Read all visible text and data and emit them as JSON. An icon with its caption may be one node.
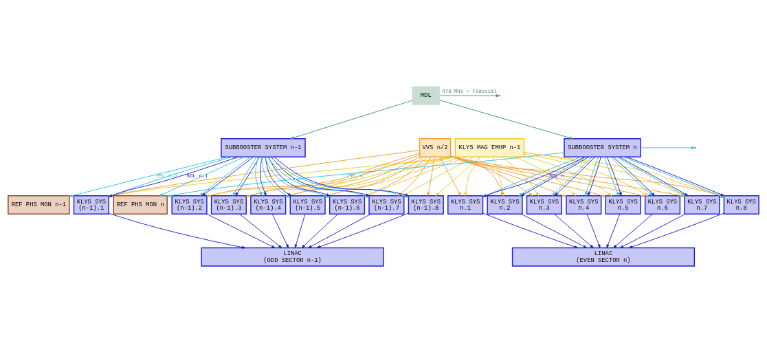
{
  "diagram": {
    "nodes": [
      {
        "text": [
          "MDL"
        ]
      },
      {
        "text": [
          "KLYS MAG EMHP n-1"
        ]
      },
      {
        "text": [
          "VVS n/2"
        ]
      },
      {
        "text": [
          "SUBBOOSTER SYSTEM n-1"
        ]
      },
      {
        "text": [
          "SUBBOOSTER SYSTEM n"
        ]
      },
      {
        "text": [
          "REF PHS MON n-1"
        ]
      },
      {
        "text": [
          "REF PHS MON n"
        ]
      },
      {
        "text": [
          "KLYS SYS",
          "(n-1).1"
        ]
      },
      {
        "text": [
          "KLYS SYS",
          "(n-1).2"
        ]
      },
      {
        "text": [
          "KLYS SYS",
          "(n-1).3"
        ]
      },
      {
        "text": [
          "KLYS SYS",
          "(n-1).4"
        ]
      },
      {
        "text": [
          "KLYS SYS",
          "(n-1).5"
        ]
      },
      {
        "text": [
          "KLYS SYS",
          "(n-1).6"
        ]
      },
      {
        "text": [
          "KLYS SYS",
          "(n-1).7"
        ]
      },
      {
        "text": [
          "KLYS SYS",
          "(n-1).8"
        ]
      },
      {
        "text": [
          "KLYS SYS",
          "n.1"
        ]
      },
      {
        "text": [
          "KLYS SYS",
          "n.2"
        ]
      },
      {
        "text": [
          "KLYS SYS",
          "n.3"
        ]
      },
      {
        "text": [
          "KLYS SYS",
          "n.4"
        ]
      },
      {
        "text": [
          "KLYS SYS",
          "n.5"
        ]
      },
      {
        "text": [
          "KLYS SYS",
          "n.6"
        ]
      },
      {
        "text": [
          "KLYS SYS",
          "n.7"
        ]
      },
      {
        "text": [
          "KLYS SYS",
          "n.8"
        ]
      },
      {
        "text": [
          "LINAC",
          "(ODD SECTOR n-1)"
        ]
      },
      {
        "text": [
          "LINAC",
          "(EVEN SECTOR n)"
        ]
      }
    ],
    "edges": [
      {
        "from": 0,
        "to": 3,
        "arrow": "to",
        "color": "#3a9a6a"
      },
      {
        "from": 0,
        "to": 4,
        "arrow": "to",
        "color": "#3a9a6a"
      },
      {
        "from": 0,
        "to": null,
        "arrow": "to",
        "label": "476 MHz + Fiducial",
        "color": "#3a9a6a"
      },
      {
        "from": 3,
        "to": 5,
        "arrow": "to",
        "label": "PRL n-1",
        "color": "#30c0e0"
      },
      {
        "from": 3,
        "to": 6,
        "arrow": "to",
        "color": "#30c0e0"
      },
      {
        "from": 3,
        "to": 7,
        "arrow": "to",
        "color": "#30c0e0"
      },
      {
        "from": 3,
        "to": 8,
        "arrow": "to",
        "color": "#30c0e0"
      },
      {
        "from": 3,
        "to": 9,
        "arrow": "to",
        "color": "#30c0e0"
      },
      {
        "from": 3,
        "to": 10,
        "arrow": "to",
        "color": "#30c0e0"
      },
      {
        "from": 3,
        "to": 11,
        "arrow": "to",
        "color": "#30c0e0"
      },
      {
        "from": 3,
        "to": 12,
        "arrow": "to",
        "color": "#30c0e0"
      },
      {
        "from": 3,
        "to": 13,
        "arrow": "to",
        "color": "#30c0e0"
      },
      {
        "from": 3,
        "to": 14,
        "arrow": "to",
        "color": "#30c0e0"
      },
      {
        "from": 3,
        "to": 7,
        "arrow": "to",
        "label": "SDL n-1"
      },
      {
        "from": 3,
        "to": 8,
        "arrow": "to"
      },
      {
        "from": 3,
        "to": 9,
        "arrow": "to"
      },
      {
        "from": 3,
        "to": 10,
        "arrow": "to"
      },
      {
        "from": 3,
        "to": 11,
        "arrow": "to"
      },
      {
        "from": 3,
        "to": 12,
        "arrow": "to"
      },
      {
        "from": 3,
        "to": 13,
        "arrow": "to"
      },
      {
        "from": 3,
        "to": 14,
        "arrow": "to"
      },
      {
        "from": 4,
        "to": 6,
        "arrow": "to",
        "label": "PRL n",
        "color": "#30c0e0"
      },
      {
        "from": 4,
        "to": null,
        "arrow": "to",
        "color": "#30c0e0"
      },
      {
        "from": 4,
        "to": 15,
        "arrow": "to",
        "color": "#30c0e0"
      },
      {
        "from": 4,
        "to": 16,
        "arrow": "to",
        "color": "#30c0e0"
      },
      {
        "from": 4,
        "to": 17,
        "arrow": "to",
        "color": "#30c0e0"
      },
      {
        "from": 4,
        "to": 18,
        "arrow": "to",
        "color": "#30c0e0"
      },
      {
        "from": 4,
        "to": 19,
        "arrow": "to",
        "color": "#30c0e0"
      },
      {
        "from": 4,
        "to": 20,
        "arrow": "to",
        "color": "#30c0e0"
      },
      {
        "from": 4,
        "to": 21,
        "arrow": "to",
        "color": "#30c0e0"
      },
      {
        "from": 4,
        "to": 22,
        "arrow": "to",
        "color": "#30c0e0"
      },
      {
        "from": 4,
        "to": 15,
        "arrow": "to",
        "label": "SDL n"
      },
      {
        "from": 4,
        "to": 16,
        "arrow": "to"
      },
      {
        "from": 4,
        "to": 17,
        "arrow": "to"
      },
      {
        "from": 4,
        "to": 18,
        "arrow": "to"
      },
      {
        "from": 4,
        "to": 19,
        "arrow": "to"
      },
      {
        "from": 4,
        "to": 20,
        "arrow": "to"
      },
      {
        "from": 4,
        "to": 21,
        "arrow": "to"
      },
      {
        "from": 4,
        "to": 22,
        "arrow": "to"
      },
      {
        "from": 1,
        "to": 7,
        "arrow": "to",
        "color": "#f0c830"
      },
      {
        "from": 1,
        "to": 8,
        "arrow": "to",
        "color": "#f0c830"
      },
      {
        "from": 1,
        "to": 9,
        "arrow": "to",
        "color": "#f0c830"
      },
      {
        "from": 1,
        "to": 10,
        "arrow": "to",
        "color": "#f0c830"
      },
      {
        "from": 1,
        "to": 11,
        "arrow": "to",
        "color": "#f0c830"
      },
      {
        "from": 1,
        "to": 12,
        "arrow": "to",
        "color": "#f0c830"
      },
      {
        "from": 1,
        "to": 13,
        "arrow": "to",
        "color": "#f0c830"
      },
      {
        "from": 1,
        "to": 14,
        "arrow": "to",
        "color": "#f0c830"
      },
      {
        "from": 1,
        "to": 15,
        "arrow": "to",
        "color": "#f0c830"
      },
      {
        "from": 1,
        "to": 16,
        "arrow": "to",
        "color": "#f0c830"
      },
      {
        "from": 1,
        "to": 17,
        "arrow": "to",
        "color": "#f0c830"
      },
      {
        "from": 1,
        "to": 18,
        "arrow": "to",
        "color": "#f0c830"
      },
      {
        "from": 1,
        "to": 19,
        "arrow": "to",
        "color": "#f0c830"
      },
      {
        "from": 1,
        "to": 20,
        "arrow": "to",
        "color": "#f0c830"
      },
      {
        "from": 1,
        "to": 21,
        "arrow": "to",
        "color": "#f0c830"
      },
      {
        "from": 1,
        "to": 22,
        "arrow": "to",
        "color": "#f0c830"
      },
      {
        "from": 2,
        "to": 7,
        "arrow": "to",
        "color": "#f0a030"
      },
      {
        "from": 2,
        "to": 8,
        "arrow": "to",
        "color": "#f0a030"
      },
      {
        "from": 2,
        "to": 9,
        "arrow": "to",
        "color": "#f0a030"
      },
      {
        "from": 2,
        "to": 10,
        "arrow": "to",
        "color": "#f0a030"
      },
      {
        "from": 2,
        "to": 11,
        "arrow": "to",
        "color": "#f0a030"
      },
      {
        "from": 2,
        "to": 12,
        "arrow": "to",
        "color": "#f0a030"
      },
      {
        "from": 2,
        "to": 13,
        "arrow": "to",
        "color": "#f0a030"
      },
      {
        "from": 2,
        "to": 14,
        "arrow": "to",
        "color": "#f0a030"
      },
      {
        "from": 2,
        "to": 15,
        "arrow": "to",
        "color": "#f0a030"
      },
      {
        "from": 2,
        "to": 16,
        "arrow": "to",
        "color": "#f0a030"
      },
      {
        "from": 2,
        "to": 17,
        "arrow": "to",
        "color": "#f0a030"
      },
      {
        "from": 2,
        "to": 18,
        "arrow": "to",
        "color": "#f0a030"
      },
      {
        "from": 2,
        "to": 19,
        "arrow": "to",
        "color": "#f0a030"
      },
      {
        "from": 2,
        "to": 20,
        "arrow": "to",
        "color": "#f0a030"
      },
      {
        "from": 2,
        "to": 21,
        "arrow": "to",
        "color": "#f0a030"
      },
      {
        "from": 2,
        "to": 22,
        "arrow": "to",
        "color": "#f0a030"
      },
      {
        "from": 7,
        "to": 23,
        "arrow": "to"
      },
      {
        "from": 8,
        "to": 23,
        "arrow": "to"
      },
      {
        "from": 9,
        "to": 23,
        "arrow": "to"
      },
      {
        "from": 10,
        "to": 23,
        "arrow": "to"
      },
      {
        "from": 11,
        "to": 23,
        "arrow": "to"
      },
      {
        "from": 12,
        "to": 23,
        "arrow": "to"
      },
      {
        "from": 13,
        "to": 23,
        "arrow": "to"
      },
      {
        "from": 14,
        "to": 23,
        "arrow": "to"
      },
      {
        "from": 15,
        "to": 24,
        "arrow": "to"
      },
      {
        "from": 16,
        "to": 24,
        "arrow": "to"
      },
      {
        "from": 17,
        "to": 24,
        "arrow": "to"
      },
      {
        "from": 18,
        "to": 24,
        "arrow": "to"
      },
      {
        "from": 19,
        "to": 24,
        "arrow": "to"
      },
      {
        "from": 20,
        "to": 24,
        "arrow": "to"
      },
      {
        "from": 21,
        "to": 24,
        "arrow": "to"
      },
      {
        "from": 22,
        "to": 24,
        "arrow": "to"
      }
    ]
  }
}
